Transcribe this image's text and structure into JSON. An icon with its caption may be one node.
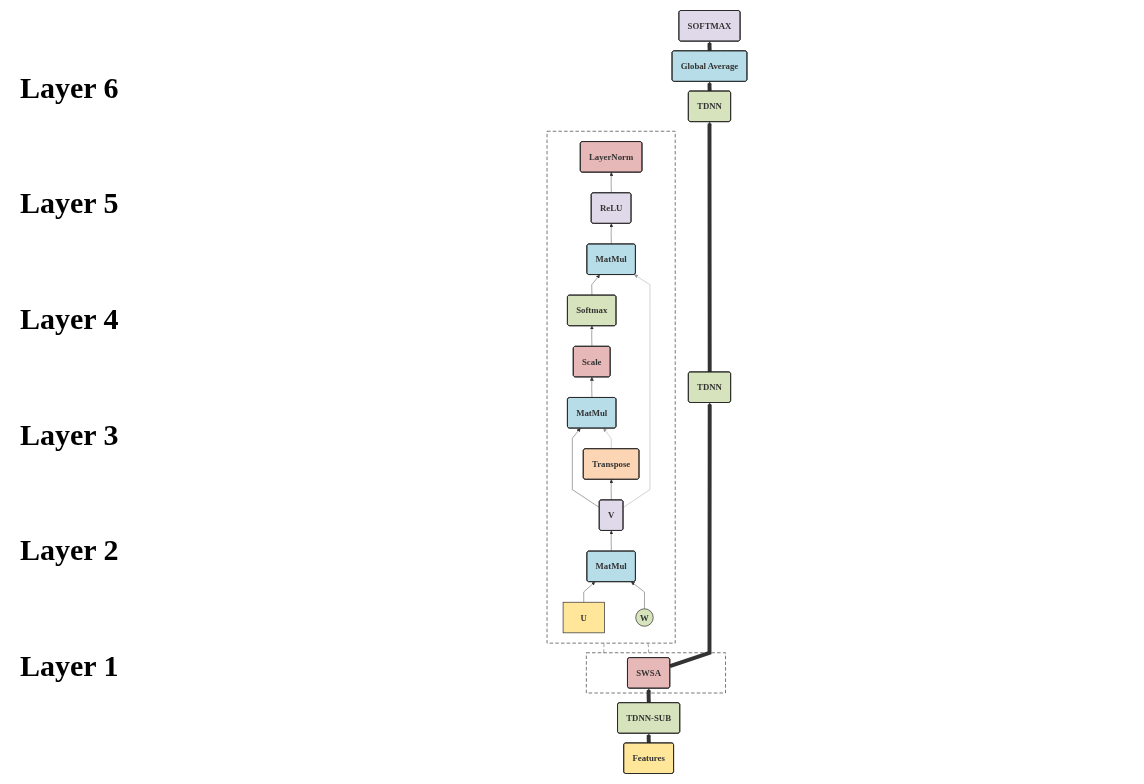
{
  "diagram": {
    "nodes": [
      {
        "text": [
          "SOFTMAX"
        ]
      },
      {
        "text": [
          "Global Average"
        ]
      },
      {
        "text": [
          "TDNN"
        ]
      },
      {
        "text": [
          "TDNN"
        ]
      },
      {
        "text": [],
        "shape": "box"
      },
      {
        "text": [
          "SWSA"
        ],
        "in": 4
      },
      {
        "text": [
          "TDNN-SUB"
        ]
      },
      {
        "text": [
          "Features"
        ]
      },
      {
        "text": [],
        "shape": "box"
      },
      {
        "text": [
          "LayerNorm"
        ],
        "in": 8
      },
      {
        "text": [
          "ReLU"
        ],
        "in": 8
      },
      {
        "text": [
          "MatMul"
        ],
        "in": 8
      },
      {
        "text": [
          "Softmax"
        ],
        "in": 8
      },
      {
        "text": [
          "Scale"
        ],
        "in": 8
      },
      {
        "text": [
          "MatMul"
        ],
        "in": 8
      },
      {
        "text": [
          "Transpose"
        ],
        "in": 8
      },
      {
        "text": [
          "V"
        ],
        "in": 8
      },
      {
        "text": [
          "W"
        ],
        "in": 8
      },
      {
        "text": [
          "MatMul"
        ],
        "in": 8
      },
      {
        "text": [
          "U"
        ],
        "in": 8
      }
    ],
    "edges": [
      {
        "from": 7,
        "to": 6,
        "arrow": "to",
        "style": "thick"
      },
      {
        "from": 6,
        "to": 5,
        "arrow": "to",
        "style": "thick"
      },
      {
        "from": 5,
        "to": 3,
        "arrow": "to",
        "style": "thick"
      },
      {
        "from": 3,
        "to": 2,
        "arrow": "to",
        "style": "thick"
      },
      {
        "from": 2,
        "to": 1,
        "arrow": "to",
        "style": "thick"
      },
      {
        "from": 1,
        "to": 0,
        "arrow": "to",
        "style": "thick"
      },
      {
        "from": 4,
        "to": 8,
        "arrow": "none",
        "style": "dashed"
      },
      {
        "from": 4,
        "to": 8,
        "arrow": "none",
        "style": "dashed"
      },
      {
        "from": 19,
        "to": 18,
        "arrow": "to"
      },
      {
        "from": 17,
        "to": 18,
        "arrow": "to"
      },
      {
        "from": 18,
        "to": 16,
        "arrow": "to"
      },
      {
        "from": 16,
        "to": 15,
        "arrow": "to"
      },
      {
        "from": 16,
        "to": 14,
        "arrow": "to"
      },
      {
        "from": 15,
        "to": 14,
        "arrow": "to",
        "color": "#999999"
      },
      {
        "from": 14,
        "to": 13,
        "arrow": "to"
      },
      {
        "from": 13,
        "to": 12,
        "arrow": "to"
      },
      {
        "from": 12,
        "to": 11,
        "arrow": "to"
      },
      {
        "from": 16,
        "to": 11,
        "arrow": "to",
        "color": "#999999"
      },
      {
        "from": 11,
        "to": 10,
        "arrow": "to"
      },
      {
        "from": 10,
        "to": 9,
        "arrow": "to"
      }
    ],
    "labels": [
      "Layer 6",
      "Layer 5",
      "Layer 4",
      "Layer 3",
      "Layer 2",
      "Layer 1"
    ]
  }
}
